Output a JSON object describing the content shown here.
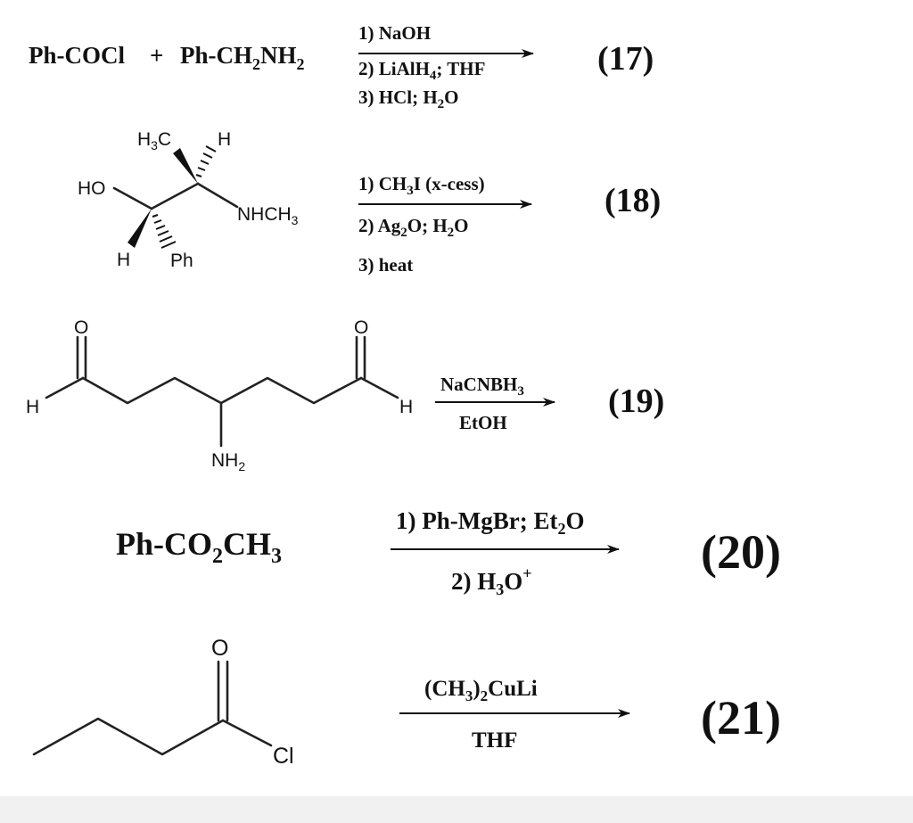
{
  "reactions": [
    {
      "number": "(17)",
      "reactant": {
        "a": "Ph-COCl",
        "plus": "+",
        "b": "Ph-CH",
        "b_sub": "2",
        "b_end": "NH",
        "b_sub2": "2"
      },
      "conditions": [
        {
          "text": "1) NaOH"
        },
        {
          "text": "2) LiAlH",
          "sub": "4",
          "tail": "; THF"
        },
        {
          "text": "3) HCl; H",
          "sub": "2",
          "tail": "O"
        }
      ]
    },
    {
      "number": "(18)",
      "structure_labels": {
        "h3c_a": "H",
        "h3c_sub": "3",
        "h3c_b": "C",
        "h_top": "H",
        "ho": "HO",
        "nhch3_a": "NHCH",
        "nhch3_sub": "3",
        "h_bottom": "H",
        "ph": "Ph"
      },
      "conditions": [
        {
          "text": "1) CH",
          "sub": "3",
          "tail": "I (x-cess)"
        },
        {
          "text": "2) Ag",
          "sub": "2",
          "mid": "O; H",
          "sub2": "2",
          "tail": "O"
        },
        {
          "text": "3) heat"
        }
      ]
    },
    {
      "number": "(19)",
      "structure_labels": {
        "o_left": "O",
        "o_right": "O",
        "h_left": "H",
        "h_right": "H",
        "nh2_a": "NH",
        "nh2_sub": "2"
      },
      "above": {
        "text": "NaCNBH",
        "sub": "3"
      },
      "below": "EtOH"
    },
    {
      "number": "(20)",
      "reactant": {
        "a": "Ph-CO",
        "sub": "2",
        "b": "CH",
        "sub2": "3"
      },
      "above": {
        "text": "1) Ph-MgBr; Et",
        "sub": "2",
        "tail": "O"
      },
      "below": {
        "text": "2) H",
        "sub": "3",
        "tail": "O",
        "sup": "+"
      }
    },
    {
      "number": "(21)",
      "structure_labels": {
        "o": "O",
        "cl": "Cl"
      },
      "above": {
        "text": "(CH",
        "sub": "3",
        "mid": ")",
        "sub2": "2",
        "tail": "CuLi"
      },
      "below": "THF"
    }
  ]
}
